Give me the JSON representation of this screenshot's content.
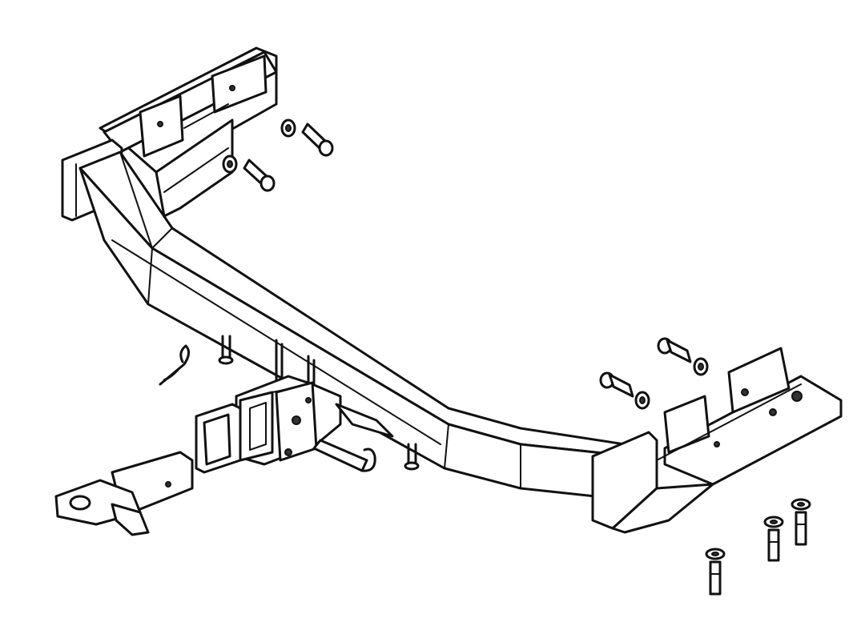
{
  "diagram": {
    "type": "exploded-assembly-line-drawing",
    "background": "#ffffff",
    "line_color": "#111111",
    "parts": [
      "crossbar-tube",
      "left-mounting-bracket",
      "right-mounting-bracket",
      "receiver-tube",
      "receiver-collar",
      "drawbar-ball-mount",
      "hitch-pin",
      "hitch-clip",
      "bolts",
      "nuts",
      "washers"
    ]
  }
}
